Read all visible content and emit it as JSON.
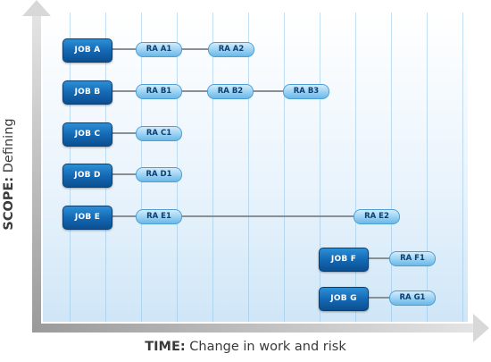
{
  "axes": {
    "x_label_bold": "TIME:",
    "x_label_rest": " Change in work and risk",
    "y_label_bold": "SCOPE:",
    "y_label_rest": " Defining"
  },
  "jobs": [
    {
      "label": "JOB A",
      "ras": [
        "RA A1",
        "RA A2"
      ]
    },
    {
      "label": "JOB B",
      "ras": [
        "RA B1",
        "RA B2",
        "RA B3"
      ]
    },
    {
      "label": "JOB C",
      "ras": [
        "RA C1"
      ]
    },
    {
      "label": "JOB D",
      "ras": [
        "RA D1"
      ]
    },
    {
      "label": "JOB E",
      "ras": [
        "RA E1",
        "RA E2"
      ]
    },
    {
      "label": "JOB F",
      "ras": [
        "RA F1"
      ]
    },
    {
      "label": "JOB G",
      "ras": [
        "RA G1"
      ]
    }
  ],
  "colors": {
    "job_fill": "#1469b4",
    "ra_fill": "#98d0f2",
    "axis": "#c8c8c8",
    "connector": "#8a8f94"
  }
}
